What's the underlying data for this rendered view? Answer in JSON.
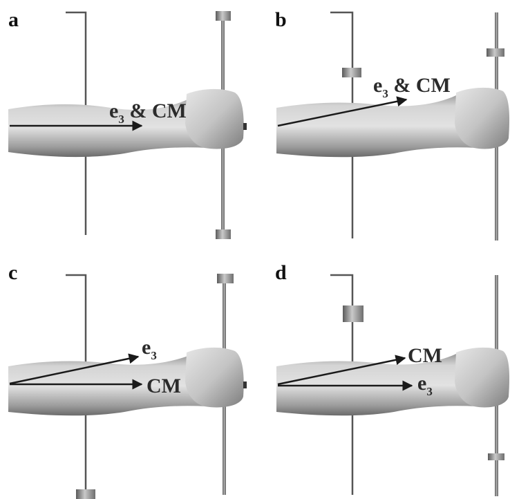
{
  "panels": [
    {
      "letter": "a",
      "vectors": [
        {
          "main": "e",
          "sub": "3",
          "rest": " & CM"
        }
      ]
    },
    {
      "letter": "b",
      "vectors": [
        {
          "main": "e",
          "sub": "3",
          "rest": " & CM"
        }
      ]
    },
    {
      "letter": "c",
      "vectors": [
        {
          "main": "e",
          "sub": "3",
          "rest": ""
        },
        {
          "main": "CM",
          "sub": "",
          "rest": ""
        }
      ]
    },
    {
      "letter": "d",
      "vectors": [
        {
          "main": "CM",
          "sub": "",
          "rest": ""
        },
        {
          "main": "e",
          "sub": "3",
          "rest": ""
        }
      ]
    }
  ],
  "colors": {
    "arm_light": "#d9d9d9",
    "arm_dark": "#8c8c8c",
    "rod": "#8a8a8a",
    "arrow": "#1a1a1a",
    "weight_light": "#bdbdbd",
    "weight_dark": "#5a5a5a"
  }
}
